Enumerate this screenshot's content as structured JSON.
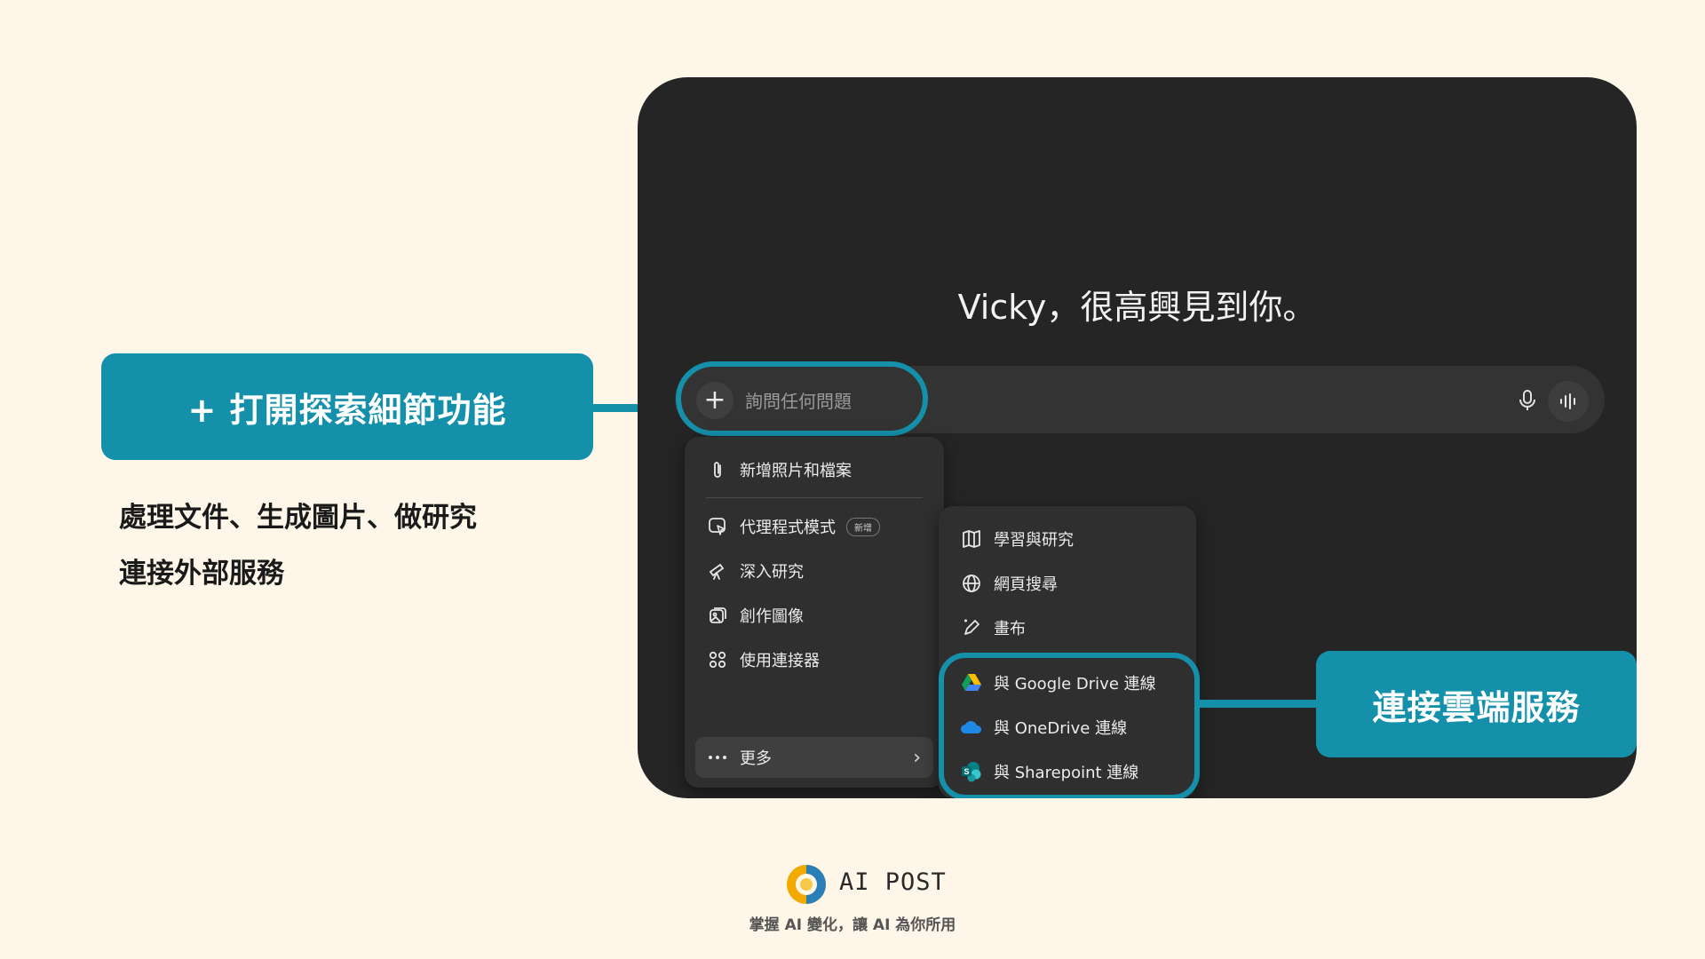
{
  "callouts": {
    "left_title": "+ 打開探索細節功能",
    "left_desc_1": "處理文件、生成圖片、做研究",
    "left_desc_2": "連接外部服務",
    "right_title": "連接雲端服務",
    "color": "#1590ab"
  },
  "app": {
    "greeting": "Vicky，很高興見到你。",
    "composer": {
      "plus_icon": "+",
      "placeholder": "詢問任何問題"
    }
  },
  "menu": {
    "items": [
      {
        "label": "新增照片和檔案",
        "icon": "paperclip-icon"
      },
      {
        "label": "代理程式模式",
        "icon": "agent-icon",
        "badge": "新增"
      },
      {
        "label": "深入研究",
        "icon": "telescope-icon"
      },
      {
        "label": "創作圖像",
        "icon": "image-create-icon"
      },
      {
        "label": "使用連接器",
        "icon": "connector-icon"
      },
      {
        "label": "更多",
        "icon": "more-icon",
        "chevron": "›"
      }
    ]
  },
  "submenu": {
    "items": [
      {
        "label": "學習與研究",
        "icon": "book-icon"
      },
      {
        "label": "網頁搜尋",
        "icon": "globe-icon"
      },
      {
        "label": "畫布",
        "icon": "pencil-icon"
      },
      {
        "label": "與 Google Drive 連線",
        "icon": "google-drive-icon"
      },
      {
        "label": "與 OneDrive 連線",
        "icon": "onedrive-icon"
      },
      {
        "label": "與 Sharepoint 連線",
        "icon": "sharepoint-icon"
      }
    ]
  },
  "footer": {
    "brand": "AI POST",
    "tagline": "掌握 AI 變化，讓 AI 為你所用"
  }
}
